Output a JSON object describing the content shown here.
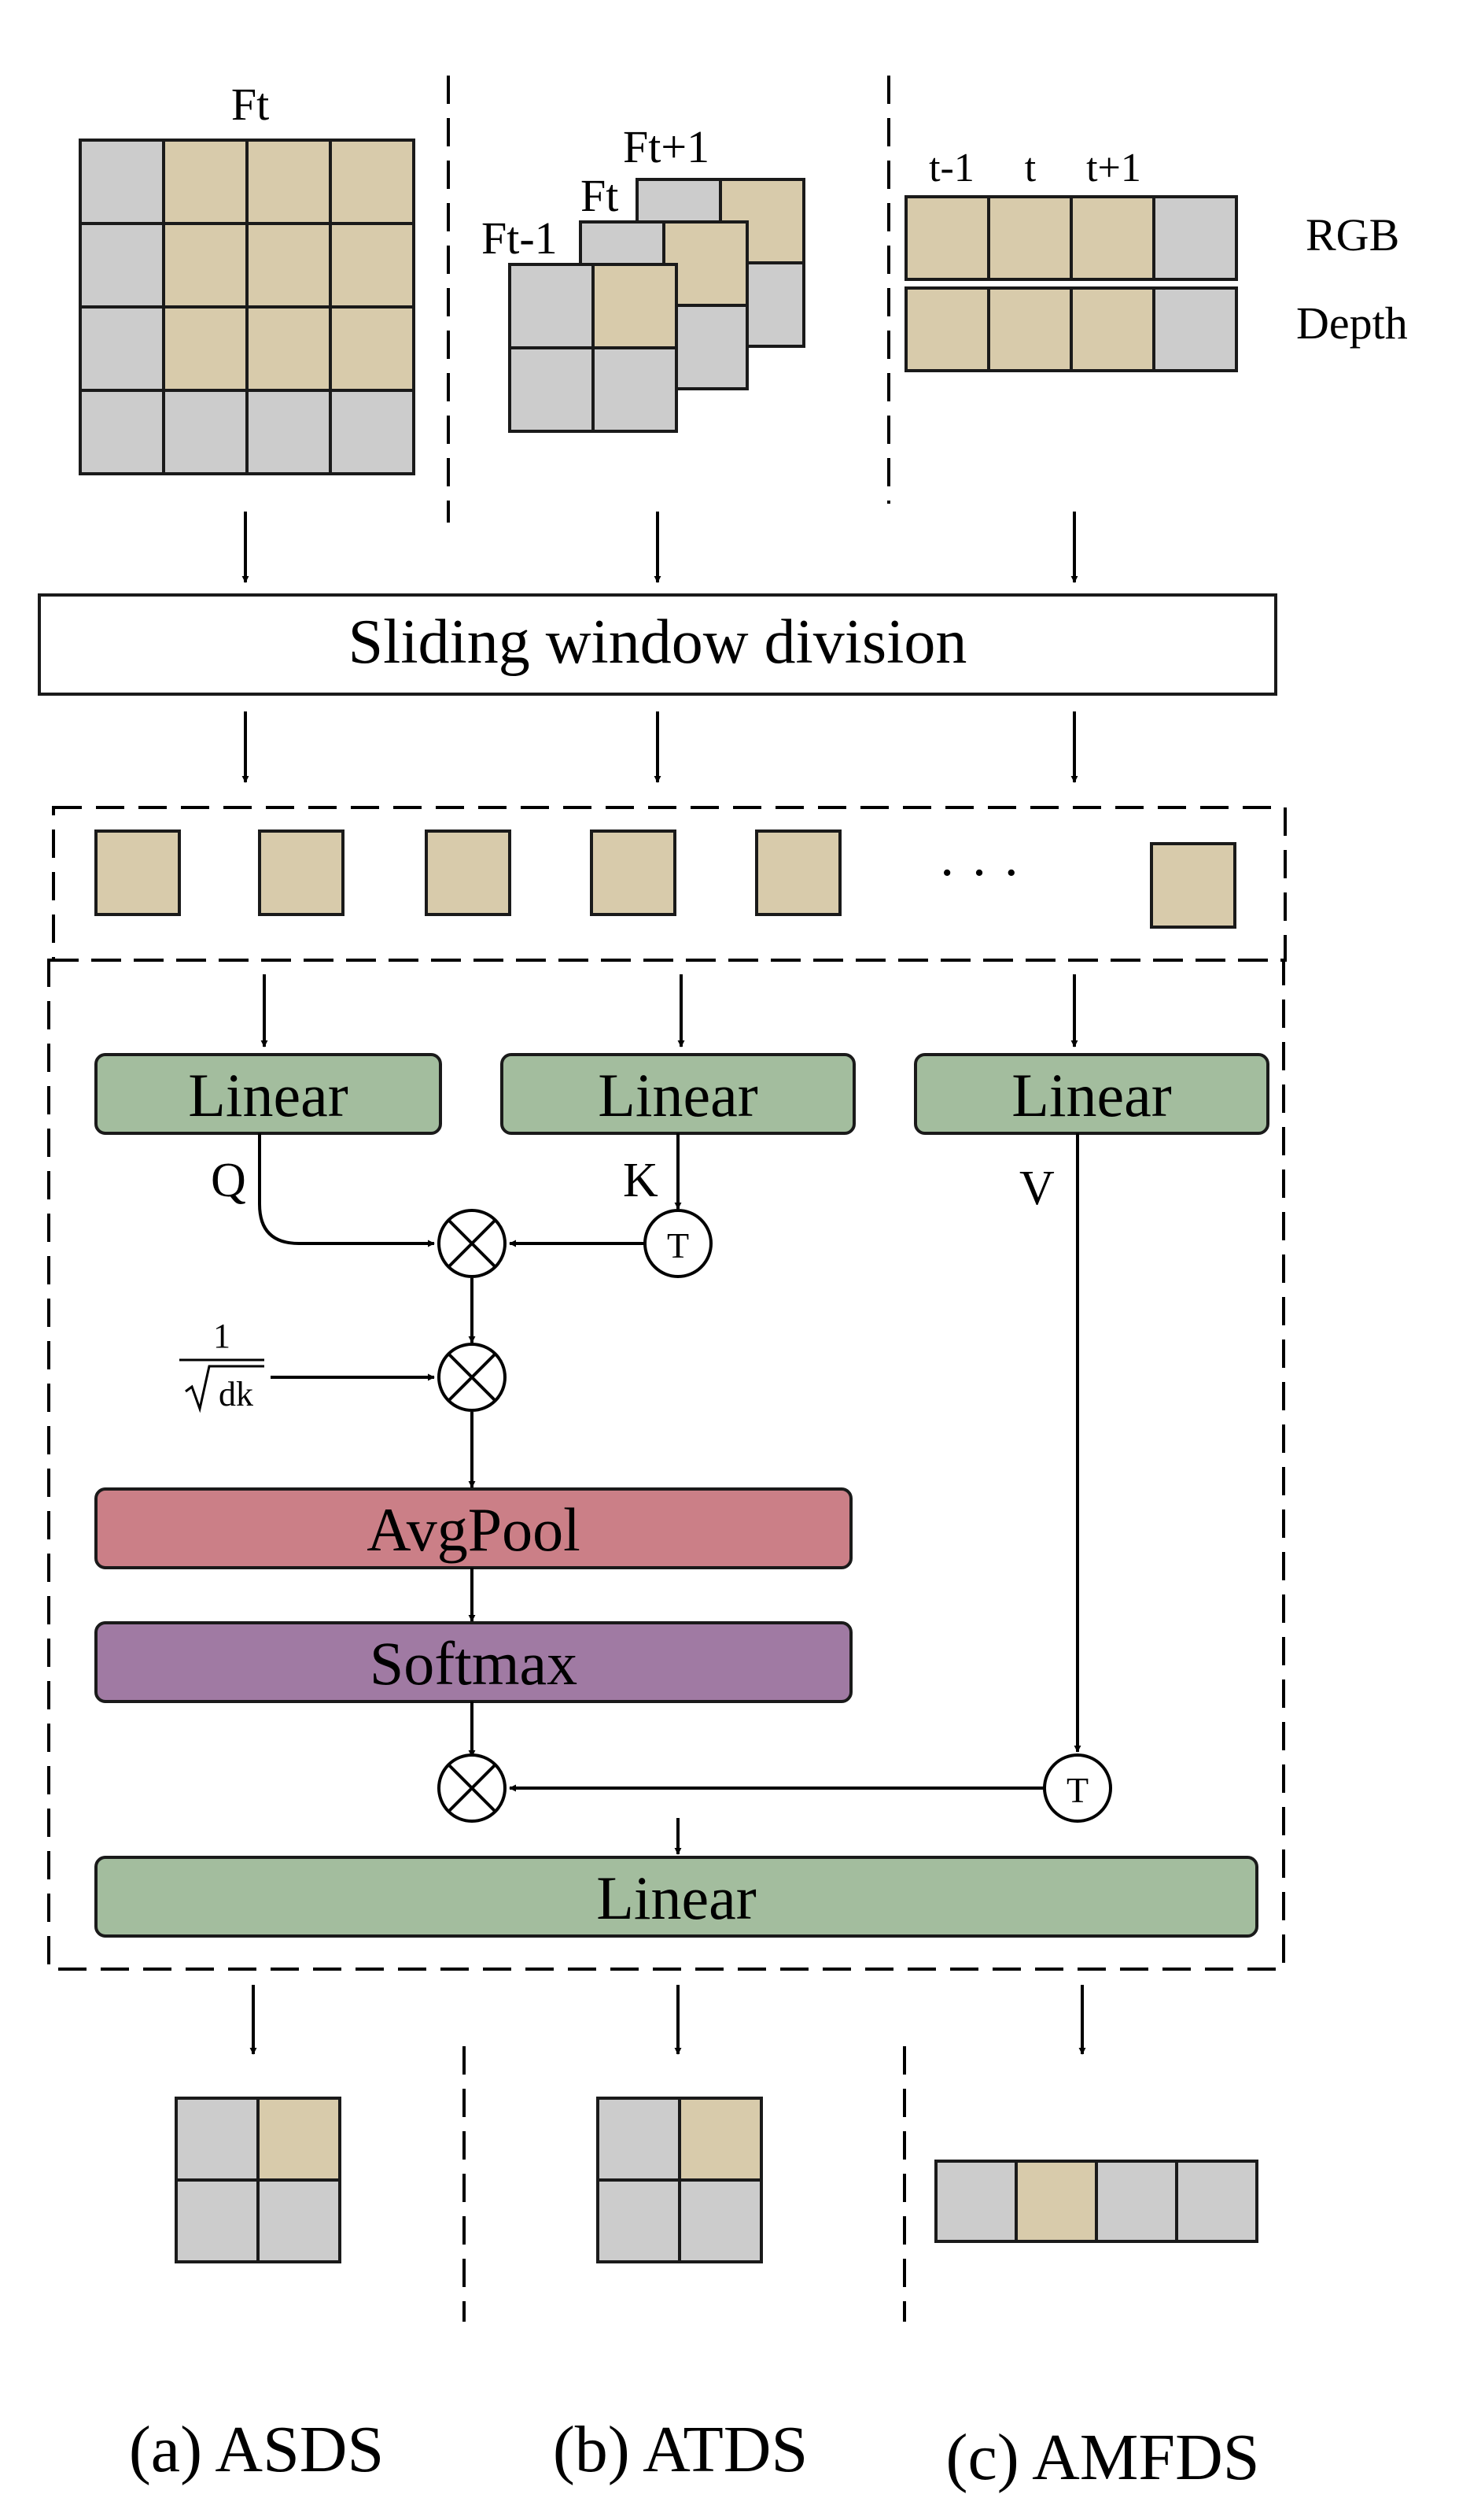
{
  "top": {
    "ft_label": "Ft",
    "ft_minus_label": "Ft-1",
    "ft_mid_label": "Ft",
    "ft_plus_label": "Ft+1",
    "t_minus_label": "t-1",
    "t_label": "t",
    "t_plus_label": "t+1",
    "rgb_label": "RGB",
    "depth_label": "Depth"
  },
  "sliding_window": {
    "label": "Sliding window division"
  },
  "ellipsis": "· · ·",
  "attention": {
    "linear_q": "Linear",
    "linear_k": "Linear",
    "linear_v": "Linear",
    "q_label": "Q",
    "k_label": "K",
    "v_label": "V",
    "transpose_k": "T",
    "transpose_v": "T",
    "scale_num": "1",
    "scale_den": "dk",
    "avgpool": "AvgPool",
    "softmax": "Softmax",
    "linear_out": "Linear"
  },
  "captions": {
    "a": "(a) ASDS",
    "b": "(b) ATDS",
    "c": "(c) AMFDS"
  },
  "colors": {
    "tan": "#d8cbab",
    "gray": "#cccccc",
    "linear_green": "#a3bd9e",
    "avgpool_red": "#cb7f87",
    "softmax_purple": "#a07aa3"
  }
}
